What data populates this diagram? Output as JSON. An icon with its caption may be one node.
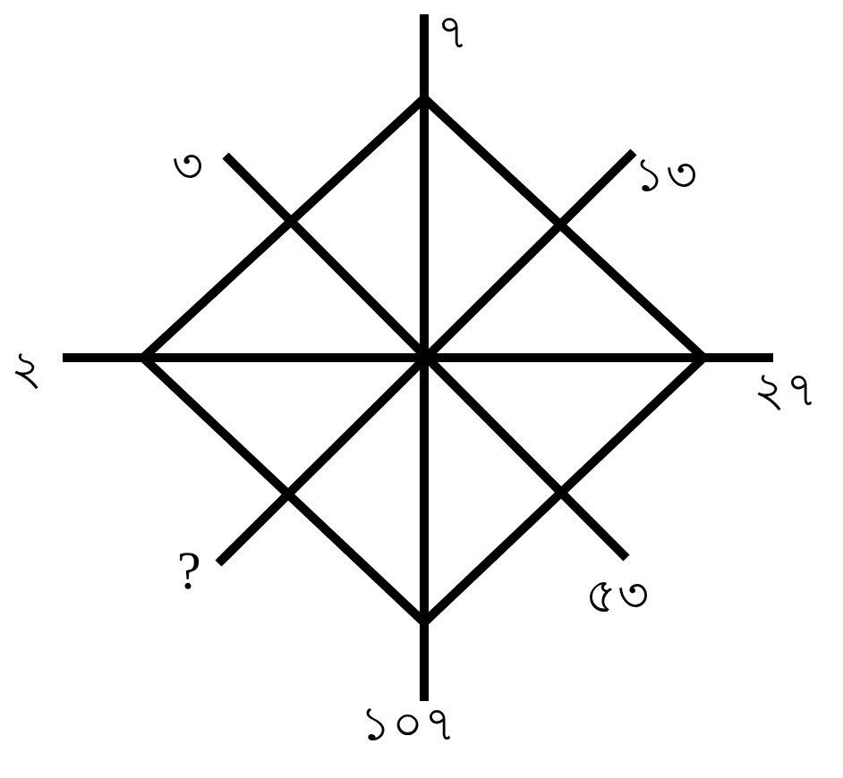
{
  "diagram": {
    "labels": [
      "৭",
      "৩",
      "১৩",
      "২",
      "২৭",
      "?",
      "৫৩",
      "১০৭"
    ]
  }
}
